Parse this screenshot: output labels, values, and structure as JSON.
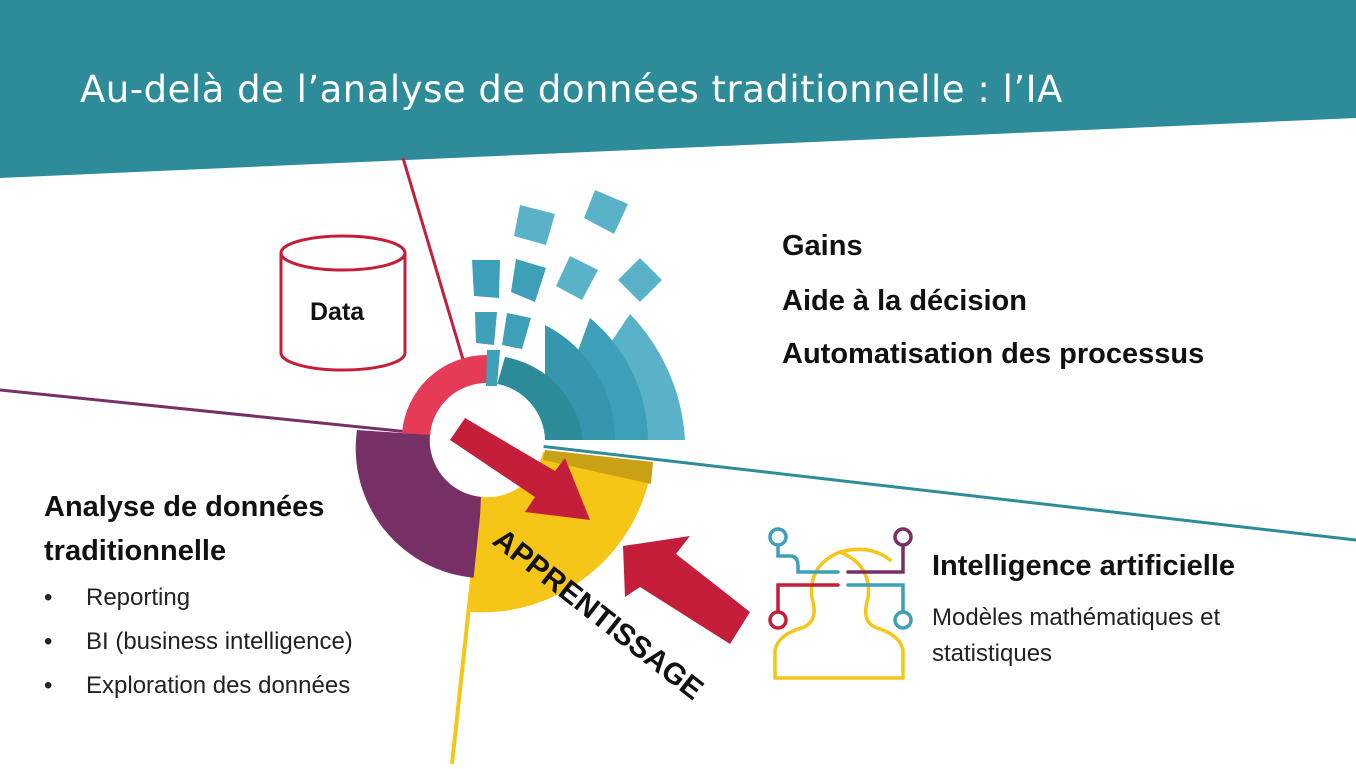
{
  "title": "Au-delà de l’analyse de données traditionnelle : l’IA",
  "data_label": "Data",
  "gains": [
    "Gains",
    "Aide à la décision",
    "Automatisation des processus"
  ],
  "analyse": {
    "heading": "Analyse de données traditionnelle",
    "items": [
      "Reporting",
      "BI (business intelligence)",
      "Exploration des données"
    ],
    "bullet": "•"
  },
  "ia": {
    "heading": "Intelligence artificielle",
    "subtitle": "Modèles mathématiques et statistiques"
  },
  "apprentissage": "APPRENTISSAGE",
  "colors": {
    "teal": "#2e8c9a",
    "red": "#c41e3a",
    "pink": "#e63b57",
    "purple": "#773066",
    "yellow": "#f5c518",
    "blue_light": "#5ab2c9",
    "blue_mid": "#3e9fb8"
  }
}
